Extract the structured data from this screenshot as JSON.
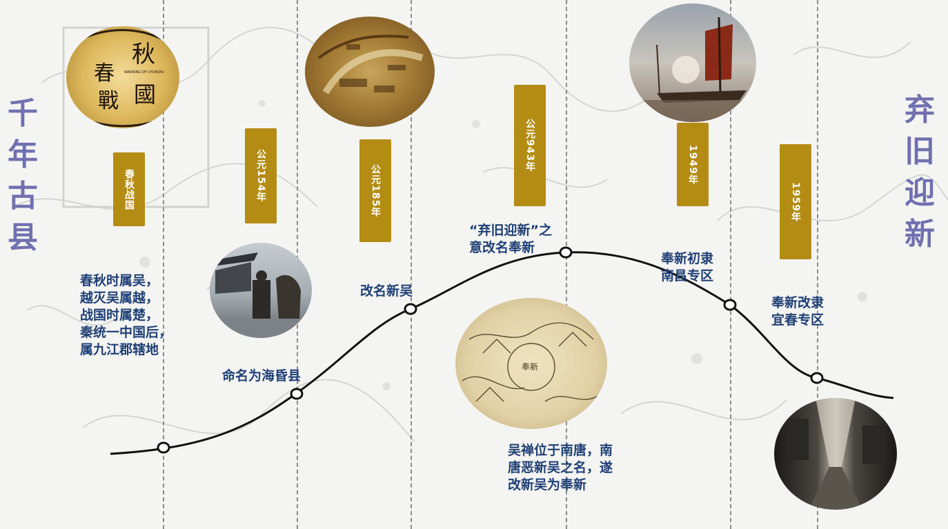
{
  "left_title": [
    "千",
    "年",
    "古",
    "县"
  ],
  "right_title": [
    "弃",
    "旧",
    "迎",
    "新"
  ],
  "periods": [
    {
      "date": "春秋战国",
      "event": "春秋时属吴，\n越灭吴属越，\n战国时属楚，\n秦统一中国后，\n属九江郡辖地"
    },
    {
      "date": "公元154年",
      "event": "命名为海昏县"
    },
    {
      "date": "公元185年",
      "event": "改名新吴"
    },
    {
      "date": "公元943年",
      "event": "吴禅位于南唐，南\n唐恶新吴之名，遂\n改新吴为奉新"
    },
    {
      "date": "公元943年",
      "event": "“弃旧迎新”之\n意改名奉新"
    },
    {
      "date": "1949年",
      "event": "奉新初隶\n南昌专区"
    },
    {
      "date": "1959年",
      "event": "奉新改隶\n宜春专区"
    }
  ],
  "emblem_text": {
    "top": "秋",
    "left": "春",
    "right": "國",
    "bottom": "戰",
    "small": "WARRING OF CHUNQIU"
  },
  "map_text": "奉新",
  "colors": {
    "title": "#7070b0",
    "tag": "#b48c14",
    "text": "#1f3f75",
    "curve": "#111111"
  }
}
